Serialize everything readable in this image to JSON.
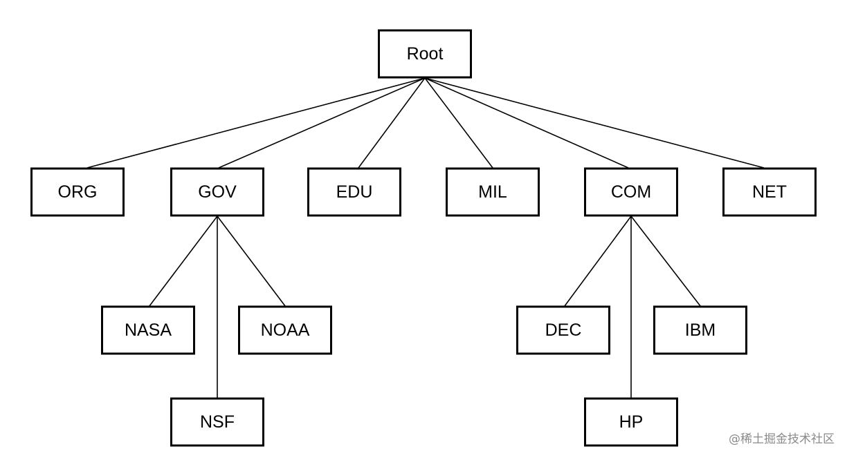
{
  "diagram": {
    "nodes": [
      {
        "id": "root",
        "label": "Root"
      },
      {
        "id": "org",
        "label": "ORG"
      },
      {
        "id": "gov",
        "label": "GOV"
      },
      {
        "id": "edu",
        "label": "EDU"
      },
      {
        "id": "mil",
        "label": "MIL"
      },
      {
        "id": "com",
        "label": "COM"
      },
      {
        "id": "net",
        "label": "NET"
      },
      {
        "id": "nasa",
        "label": "NASA"
      },
      {
        "id": "noaa",
        "label": "NOAA"
      },
      {
        "id": "nsf",
        "label": "NSF"
      },
      {
        "id": "dec",
        "label": "DEC"
      },
      {
        "id": "ibm",
        "label": "IBM"
      },
      {
        "id": "hp",
        "label": "HP"
      }
    ],
    "edges": [
      {
        "from": "root",
        "to": "org"
      },
      {
        "from": "root",
        "to": "gov"
      },
      {
        "from": "root",
        "to": "edu"
      },
      {
        "from": "root",
        "to": "mil"
      },
      {
        "from": "root",
        "to": "com"
      },
      {
        "from": "root",
        "to": "net"
      },
      {
        "from": "gov",
        "to": "nasa"
      },
      {
        "from": "gov",
        "to": "nsf"
      },
      {
        "from": "gov",
        "to": "noaa"
      },
      {
        "from": "com",
        "to": "dec"
      },
      {
        "from": "com",
        "to": "hp"
      },
      {
        "from": "com",
        "to": "ibm"
      }
    ]
  },
  "watermark": {
    "text": "@稀土掘金技术社区"
  }
}
